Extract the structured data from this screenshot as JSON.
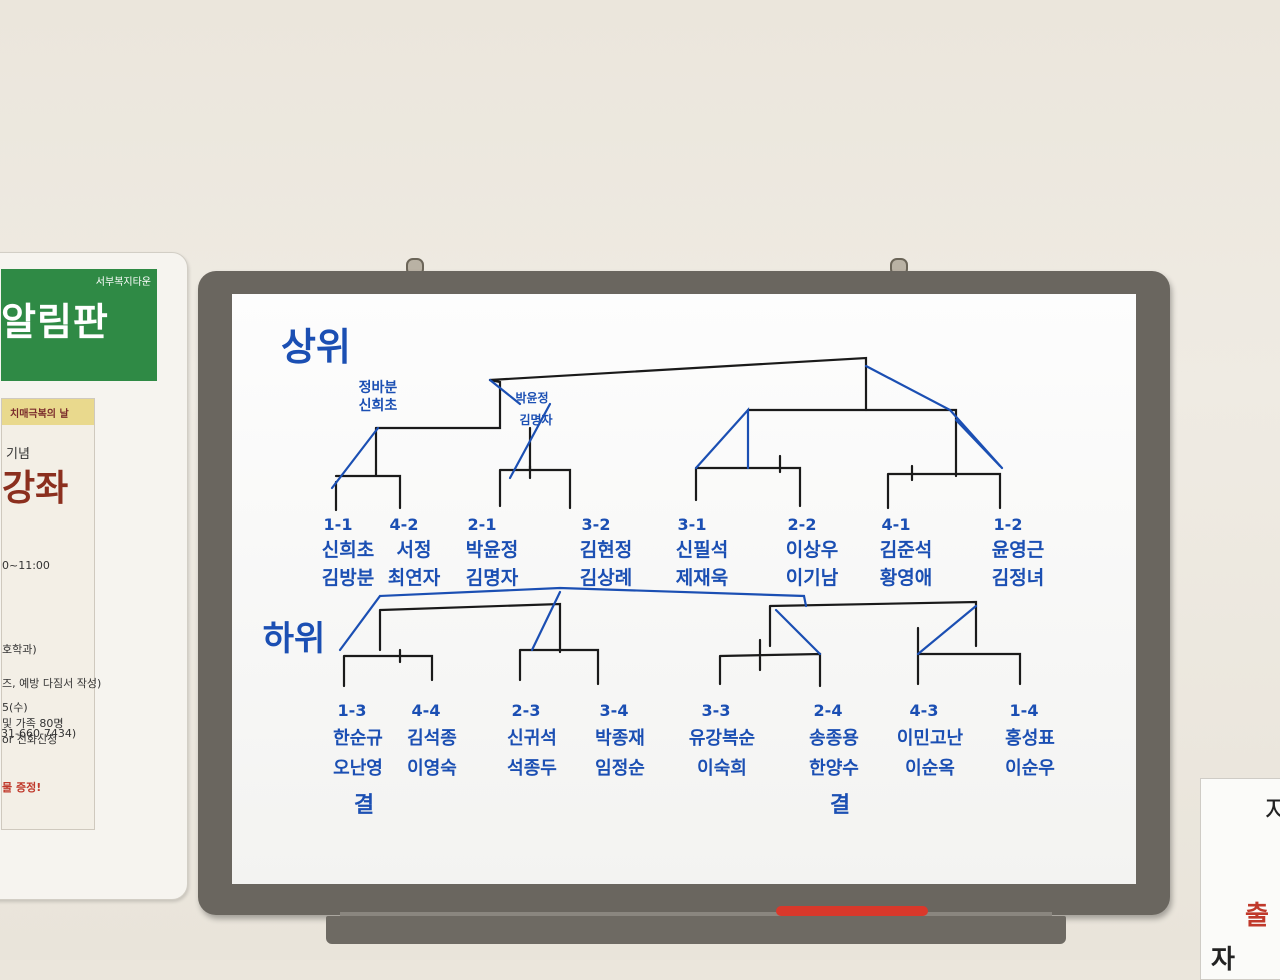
{
  "notice_board": {
    "subtitle": "서부복지타운",
    "title": "알림판",
    "poster": {
      "tag": "치매극복의 날",
      "line1": "기념",
      "line2": "강좌",
      "time": "0~11:00",
      "dept": "호학과)",
      "note": "즈, 예방 다짐서 작성)",
      "date": "5(수)",
      "target": "및 가족 80명",
      "apply": "or 전화신청",
      "phone": "31-660-7434)",
      "gift": "물 증정!"
    }
  },
  "paper": {
    "char1": "자",
    "char2": "출",
    "char3": "자"
  },
  "whiteboard": {
    "upper_label": "상위",
    "lower_label": "하위",
    "upper_top_notes": [
      {
        "line1": "정바분",
        "line2": "신희초"
      },
      {
        "line1": "박윤정",
        "line2": "김명자"
      }
    ],
    "upper_teams": [
      {
        "code": "1-1",
        "name1": "신희초",
        "name2": "김방분"
      },
      {
        "code": "4-2",
        "name1": "서정",
        "name2": "최연자"
      },
      {
        "code": "2-1",
        "name1": "박윤정",
        "name2": "김명자"
      },
      {
        "code": "3-2",
        "name1": "김현정",
        "name2": "김상례"
      },
      {
        "code": "3-1",
        "name1": "신필석",
        "name2": "제재욱"
      },
      {
        "code": "2-2",
        "name1": "이상우",
        "name2": "이기남"
      },
      {
        "code": "4-1",
        "name1": "김준석",
        "name2": "황영애"
      },
      {
        "code": "1-2",
        "name1": "윤영근",
        "name2": "김정녀"
      }
    ],
    "lower_teams": [
      {
        "code": "1-3",
        "name1": "한순규",
        "name2": "오난영",
        "name3": "결"
      },
      {
        "code": "4-4",
        "name1": "김석종",
        "name2": "이영숙"
      },
      {
        "code": "2-3",
        "name1": "신귀석",
        "name2": "석종두"
      },
      {
        "code": "3-4",
        "name1": "박종재",
        "name2": "임정순"
      },
      {
        "code": "3-3",
        "name1": "유강복순",
        "name2": "이숙희"
      },
      {
        "code": "2-4",
        "name1": "송종용",
        "name2": "한양수",
        "name3": "결"
      },
      {
        "code": "4-3",
        "name1": "이민고난",
        "name2": "이순옥"
      },
      {
        "code": "1-4",
        "name1": "홍성표",
        "name2": "이순우"
      }
    ]
  }
}
